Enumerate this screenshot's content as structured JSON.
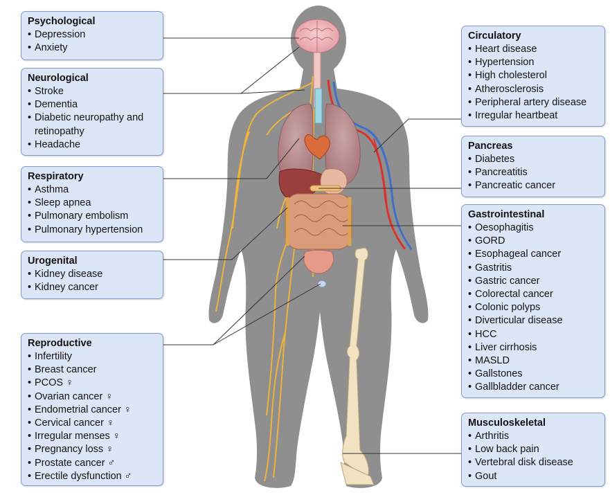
{
  "groups": {
    "psychological": {
      "title": "Psychological",
      "items": [
        "Depression",
        "Anxiety"
      ]
    },
    "neurological": {
      "title": "Neurological",
      "items": [
        "Stroke",
        "Dementia",
        "Diabetic neuropathy and retinopathy",
        "Headache"
      ]
    },
    "respiratory": {
      "title": "Respiratory",
      "items": [
        "Asthma",
        "Sleep apnea",
        "Pulmonary embolism",
        "Pulmonary hypertension"
      ]
    },
    "urogenital": {
      "title": "Urogenital",
      "items": [
        "Kidney disease",
        "Kidney cancer"
      ]
    },
    "reproductive": {
      "title": "Reproductive",
      "items": [
        "Infertility",
        "Breast cancer",
        "PCOS ♀",
        "Ovarian cancer ♀",
        "Endometrial cancer ♀",
        "Cervical cancer ♀",
        "Irregular menses ♀",
        "Pregnancy loss ♀",
        "Prostate cancer ♂",
        "Erectile dysfunction ♂"
      ]
    },
    "circulatory": {
      "title": "Circulatory",
      "items": [
        "Heart disease",
        "Hypertension",
        "High cholesterol",
        "Atherosclerosis",
        "Peripheral artery disease",
        "Irregular heartbeat"
      ]
    },
    "pancreas": {
      "title": "Pancreas",
      "items": [
        "Diabetes",
        "Pancreatitis",
        "Pancreatic cancer"
      ]
    },
    "gastrointestinal": {
      "title": "Gastrointestinal",
      "items": [
        "Oesophagitis",
        "GORD",
        "Esophageal cancer",
        "Gastritis",
        "Gastric cancer",
        "Colorectal cancer",
        "Colonic polyps",
        "Diverticular disease",
        "HCC",
        "Liver cirrhosis",
        "MASLD",
        "Gallstones",
        "Gallbladder cancer"
      ]
    },
    "musculoskeletal": {
      "title": "Musculoskeletal",
      "items": [
        "Arthritis",
        "Low back pain",
        "Vertebral disk disease",
        "Gout"
      ]
    }
  },
  "colors": {
    "box_fill": "#dce6f7",
    "box_border": "#7f9cc9",
    "body_silhouette": "#8f8f8f",
    "nerve": "#f0b43c",
    "artery": "#d8332e",
    "vein": "#3f6fc6",
    "connector": "#333333"
  }
}
